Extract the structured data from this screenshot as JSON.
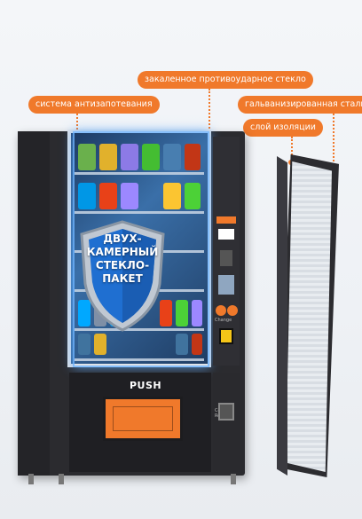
{
  "callouts": {
    "anti_fog": "система антизапотевания",
    "tempered_glass": "закаленное противоударное стекло",
    "galvanized_steel": "гальванизированная сталь",
    "insulation": "слой изоляции"
  },
  "shield": {
    "line1": "ДВУХ-",
    "line2": "КАМЕРНЫЙ",
    "line3": "СТЕКЛО-",
    "line4": "ПАКЕТ"
  },
  "machine": {
    "push_label": "PUSH",
    "change_label": "Change",
    "coin_return_label": "Coin Return",
    "coin_label": "Coin Return"
  },
  "colors": {
    "accent": "#f0792b",
    "body": "#2b2b2f",
    "glass_glow": "#6eb4ff"
  }
}
